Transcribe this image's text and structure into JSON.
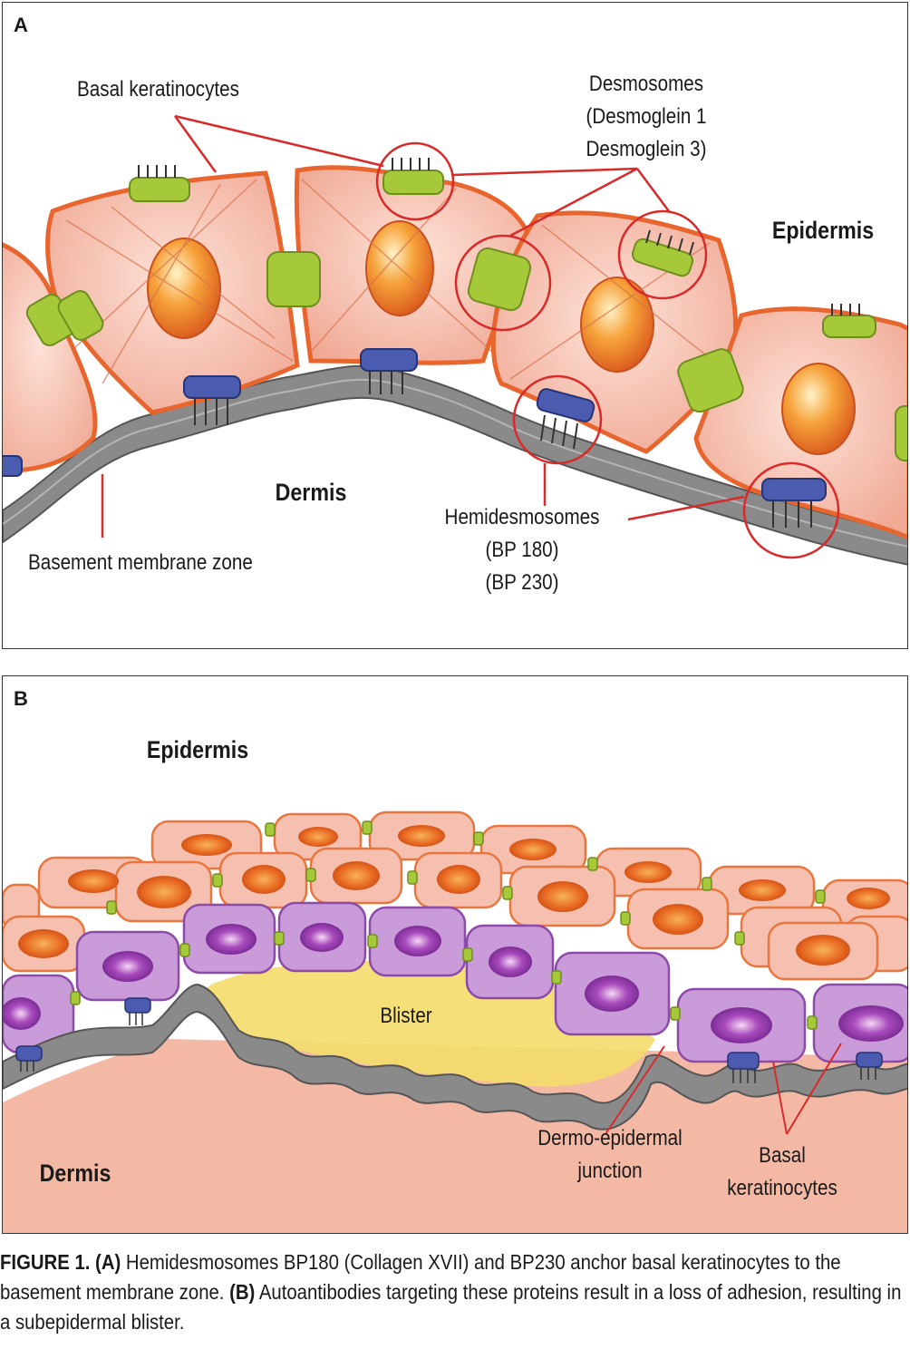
{
  "panel_a": {
    "letter": "A",
    "basal_keratinocytes": "Basal keratinocytes",
    "desmosomes": [
      "Desmosomes",
      "(Desmoglein 1",
      "Desmoglein 3)"
    ],
    "epidermis": "Epidermis",
    "dermis": "Dermis",
    "basement_membrane_zone": "Basement membrane zone",
    "hemidesmosomes": [
      "Hemidesmosomes",
      "(BP 180)",
      "(BP 230)"
    ]
  },
  "panel_b": {
    "letter": "B",
    "epidermis": "Epidermis",
    "blister": "Blister",
    "dermis": "Dermis",
    "dermo_epidermal_junction": [
      "Dermo-epidermal",
      "junction"
    ],
    "basal_keratinocytes": [
      "Basal",
      "keratinocytes"
    ]
  },
  "caption": {
    "figure_label": "FIGURE 1.",
    "part_a_label": "(A)",
    "part_a_text": " Hemidesmosomes BP180 (Collagen XVII) and BP230 anchor basal keratinocytes to the basement membrane zone. ",
    "part_b_label": "(B)",
    "part_b_text": " Autoantibodies targeting these proteins result in a loss of adhesion, resulting in a subepidermal blister."
  },
  "colors": {
    "cell_fill": "#f2b3a3",
    "cell_border": "#e8652e",
    "nucleus": "#f08a2a",
    "desmosome": "#a6c93a",
    "hemidesmosome": "#4657a8",
    "membrane": "#7a7a7a",
    "basal_cell": "#c79ad6",
    "blister": "#f4dc6a",
    "dermis": "#f3b9a5",
    "annotation": "#d92a2a"
  }
}
